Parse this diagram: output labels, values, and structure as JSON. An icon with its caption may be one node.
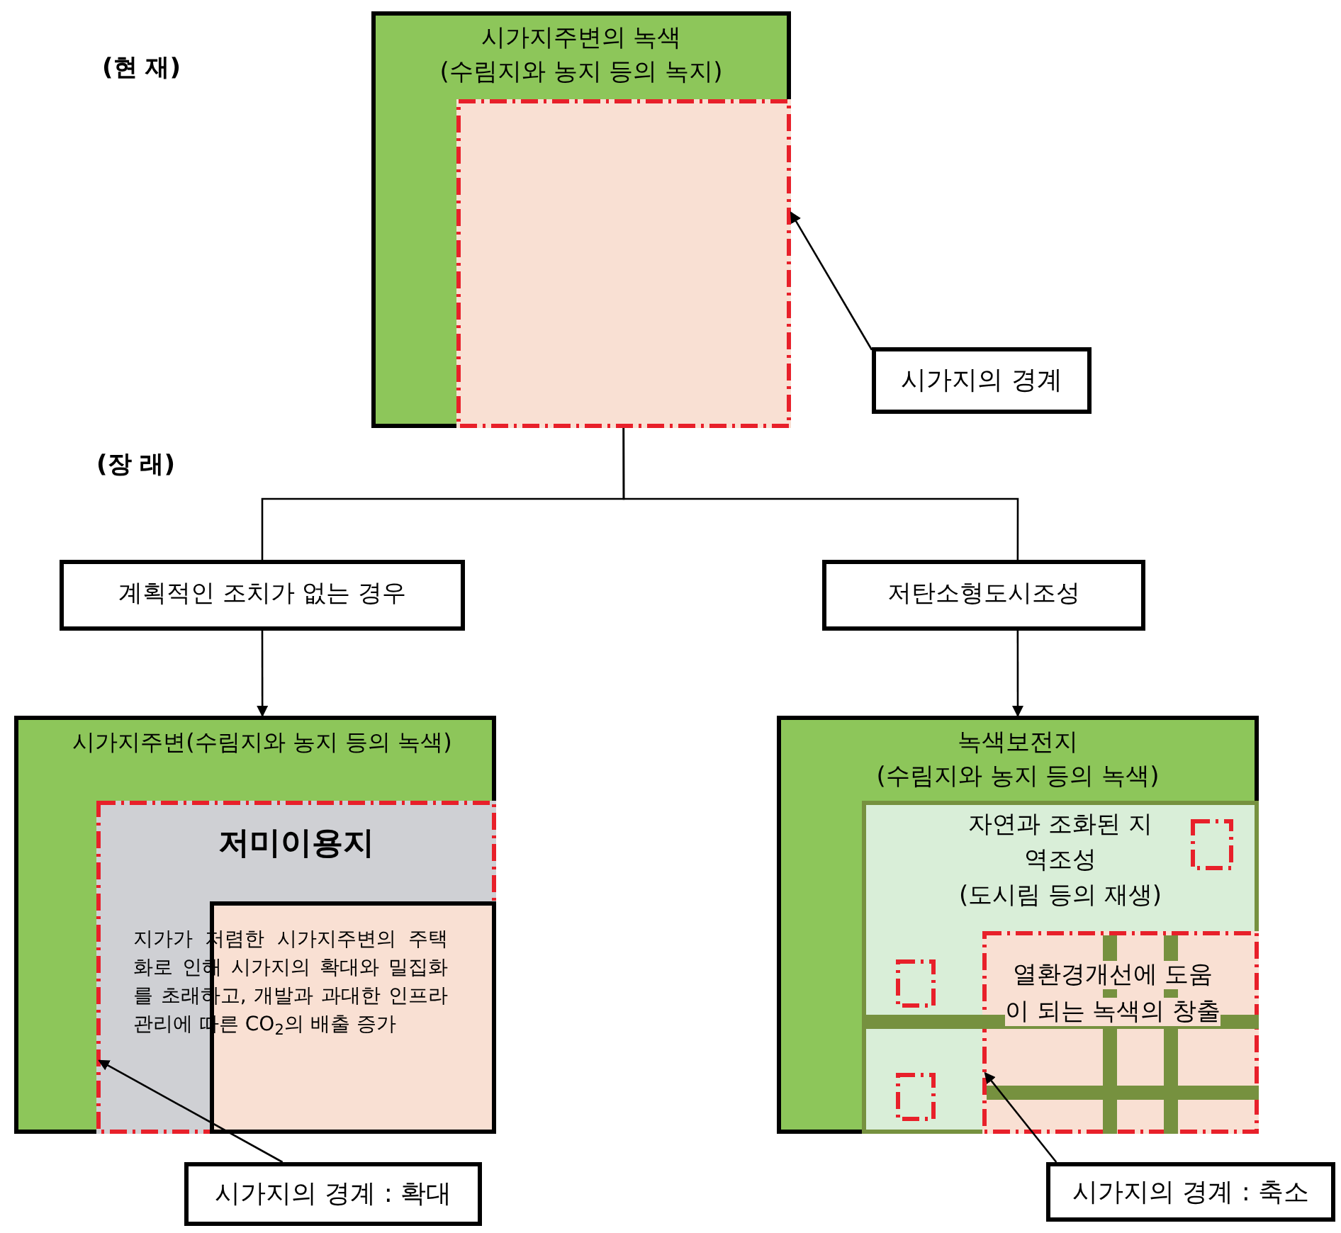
{
  "diagram": {
    "nodes": [
      {
        "text": [
          "시가지주변의 녹색",
          "(수림지와 농지 등의 녹지)"
        ]
      },
      {
        "text": [],
        "shape": "box",
        "in": 0
      },
      {
        "text": [
          "시가지의 경계"
        ]
      },
      {
        "text": [
          "계획적인 조치가 없는 경우"
        ]
      },
      {
        "text": [
          "저탄소형도시조성"
        ]
      },
      {
        "text": [
          "시가지주변(수림지와 농지 등의 녹색)"
        ]
      },
      {
        "text": [
          "저미이용지"
        ],
        "in": 5
      },
      {
        "text": [],
        "shape": "box",
        "in": 6
      },
      {
        "text": [
          "시가지의 경계 : 확대"
        ]
      },
      {
        "text": [
          "녹색보전지",
          "(수림지와 농지 등의 녹색)"
        ]
      },
      {
        "text": [
          "자연과 조화된 지역조성",
          "(도시림 등의 재생)"
        ],
        "in": 9
      },
      {
        "text": [
          "열환경개선에 도움이 되는 녹색의 창출"
        ],
        "in": 10
      },
      {
        "text": [],
        "shape": "box",
        "in": 10
      },
      {
        "text": [],
        "shape": "box",
        "in": 10
      },
      {
        "text": [],
        "shape": "box",
        "in": 10
      },
      {
        "text": [
          "시가지의 경계 : 축소"
        ]
      }
    ],
    "edges": [
      {
        "from": 2,
        "to": 1,
        "arrow": "to"
      },
      {
        "from": 0,
        "to": 3,
        "arrow": "none"
      },
      {
        "from": 0,
        "to": 4,
        "arrow": "none"
      },
      {
        "from": 3,
        "to": 5,
        "arrow": "to"
      },
      {
        "from": 4,
        "to": 9,
        "arrow": "to"
      },
      {
        "from": 8,
        "to": 6,
        "arrow": "to"
      },
      {
        "from": 15,
        "to": 11,
        "arrow": "to"
      }
    ],
    "labels": [
      "(현 재)",
      "(장 래)",
      "지가가 저렴한 시가지주변의 주택화로 인해 시가지의 확대와 밀집화를 초래하고, 개발과 과대한 인프라관리에 따른 CO$_{2}$의 배출 증가"
    ]
  }
}
